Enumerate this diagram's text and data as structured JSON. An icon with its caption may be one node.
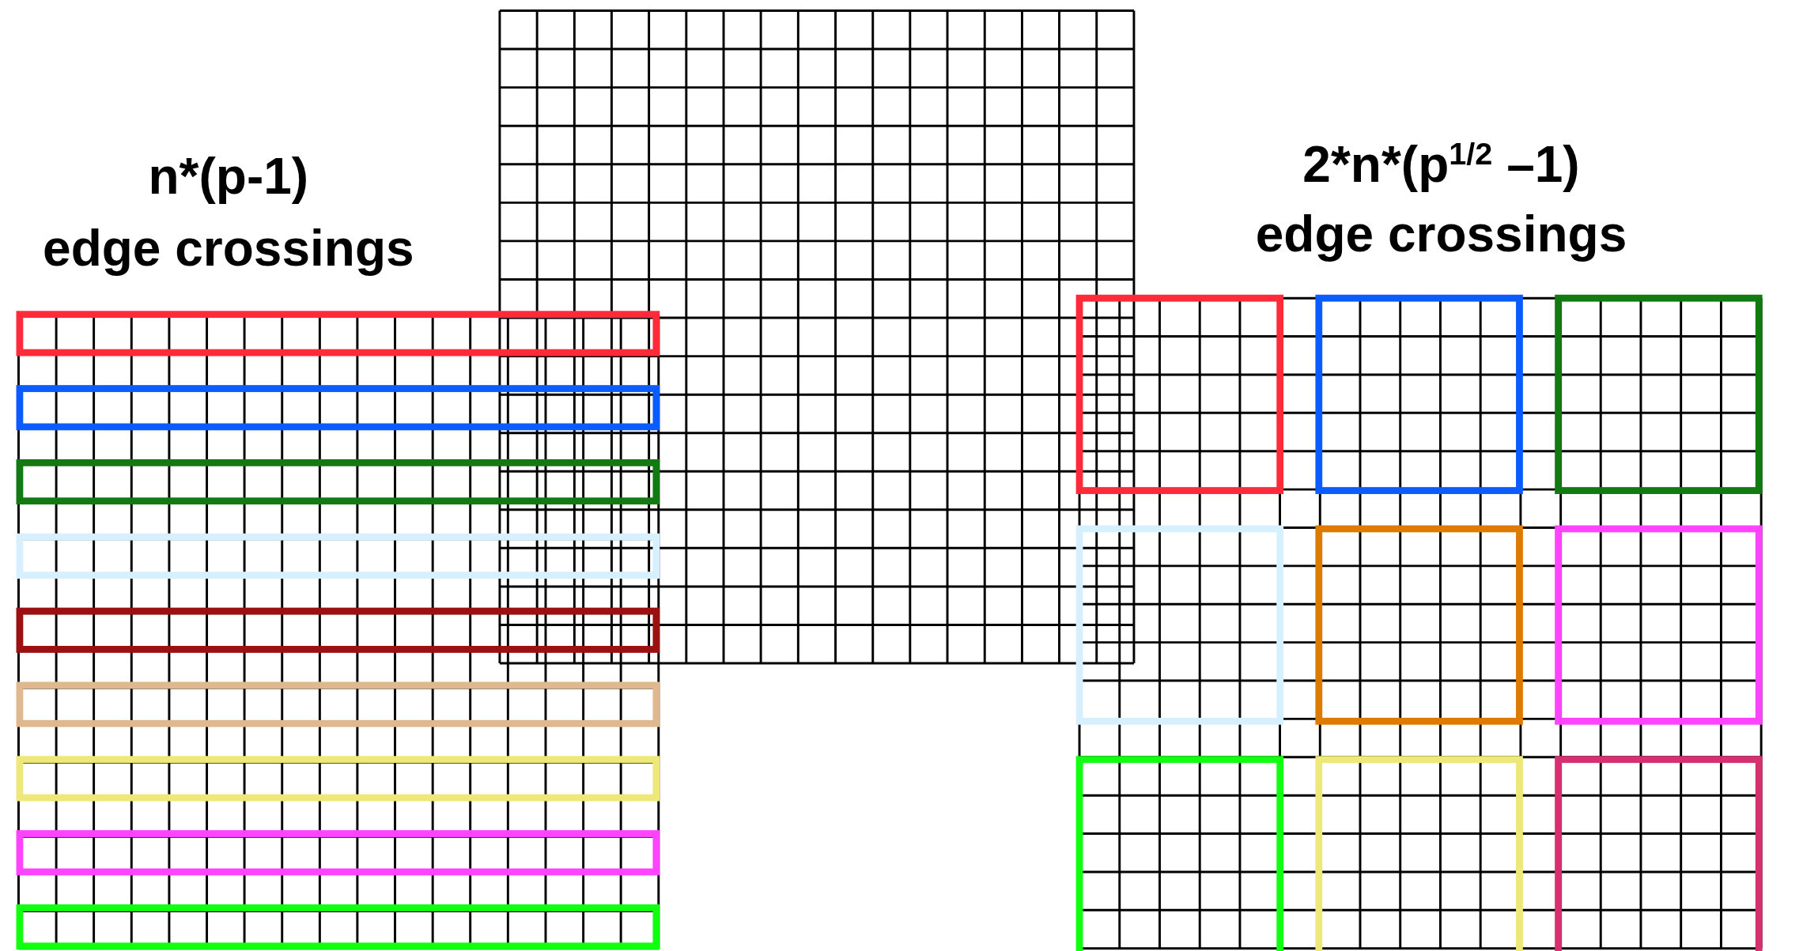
{
  "diagram": {
    "labels": [
      "n*(p-1)",
      "edge crossings",
      "2*n*(p$^{1/2}$ –1)",
      "edge crossings"
    ]
  }
}
